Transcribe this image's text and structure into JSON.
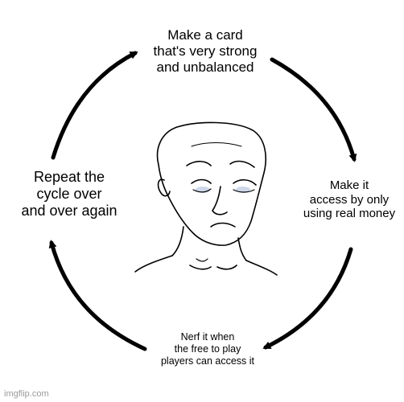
{
  "captions": {
    "top": "Make a card\nthat's very strong\nand unbalanced",
    "right": "Make it\naccess by only\nusing real money",
    "bottom": "Nerf it when\nthe free to play\nplayers can access it",
    "left": "Repeat the\ncycle over\nand over again"
  },
  "watermark": "imgflip.com",
  "colors": {
    "arrow": "#000000",
    "background": "#ffffff",
    "watermark": "#9a9a9a"
  },
  "icons": {
    "center": "sad-wojak-face",
    "arrows": "curved-arrow-icon"
  }
}
